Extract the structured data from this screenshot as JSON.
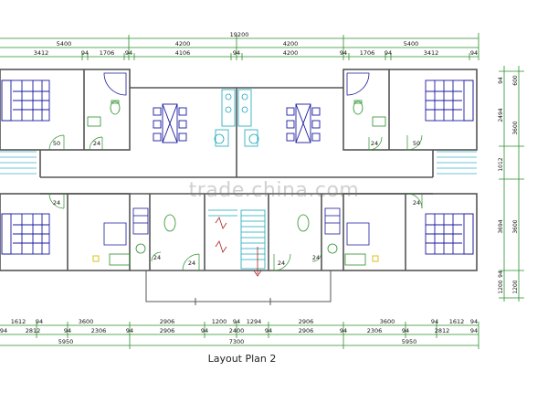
{
  "caption": "Layout Plan 2",
  "watermark": "trade.china.com",
  "colors": {
    "dimension_line": "#2a8f2a",
    "wall": "#555555",
    "furniture": "#1a1aa0",
    "stair": "#19a6b8",
    "fixture": "#2a8f2a",
    "curtain": "#3bb0c9"
  },
  "top_dims": {
    "total": "19200",
    "row1": [
      "5400",
      "4200",
      "4200",
      "5400"
    ],
    "row2": [
      "3412",
      "94",
      "1706",
      "94",
      "4106",
      "94",
      "4200",
      "94",
      "1706",
      "94",
      "3412",
      "94"
    ]
  },
  "bottom_dims": {
    "row1": [
      "1612",
      "94",
      "3600",
      "2906",
      "1200",
      "94",
      "1294",
      "2906",
      "3600",
      "94",
      "1612",
      "94"
    ],
    "row2": [
      "94",
      "2812",
      "94",
      "2306",
      "94",
      "2906",
      "94",
      "2400",
      "94",
      "2906",
      "94",
      "2306",
      "94",
      "2812",
      "94"
    ],
    "row3": [
      "5950",
      "7300",
      "5950"
    ]
  },
  "right_dims": {
    "inner": [
      "94",
      "2494",
      "1012",
      "3694",
      "94",
      "1200"
    ],
    "outer": [
      "600",
      "3600",
      "3600",
      "1200"
    ]
  },
  "door_numbers": [
    "50",
    "24",
    "24",
    "50",
    "24",
    "24",
    "24",
    "24",
    "24",
    "24"
  ],
  "icons": [
    "bed-icon",
    "dining-table-icon",
    "toilet-icon",
    "shower-icon",
    "stair-icon",
    "kitchen-counter-icon"
  ]
}
